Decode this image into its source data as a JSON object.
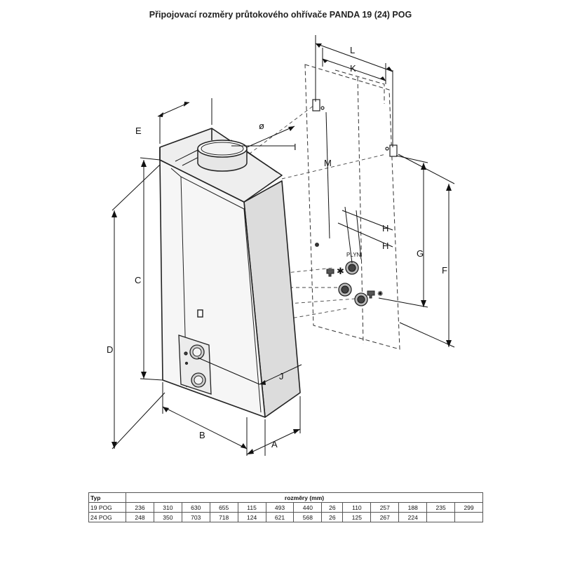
{
  "title": "Připojovací rozměry průtokového ohřívače PANDA 19 (24) POG",
  "dimension_labels": {
    "A": "A",
    "B": "B",
    "C": "C",
    "D": "D",
    "E": "E",
    "F": "F",
    "G": "G",
    "H": "H",
    "I": "I",
    "J": "J",
    "K": "K",
    "L": "L",
    "M": "M",
    "diameter": "ø"
  },
  "connection_labels": {
    "gas": "PLYN"
  },
  "icons": [
    "cold-water-tap-icon",
    "snowflake-icon",
    "hot-water-tap-icon",
    "sun-icon"
  ],
  "table": {
    "header_type": "Typ",
    "header_dims": "rozměry (mm)",
    "rows": [
      {
        "type": "19 POG",
        "values": [
          "236",
          "310",
          "630",
          "655",
          "115",
          "493",
          "440",
          "26",
          "110",
          "257",
          "188",
          "235",
          "299"
        ]
      },
      {
        "type": "24 POG",
        "values": [
          "248",
          "350",
          "703",
          "718",
          "124",
          "621",
          "568",
          "26",
          "125",
          "267",
          "224",
          "",
          ""
        ]
      }
    ]
  }
}
